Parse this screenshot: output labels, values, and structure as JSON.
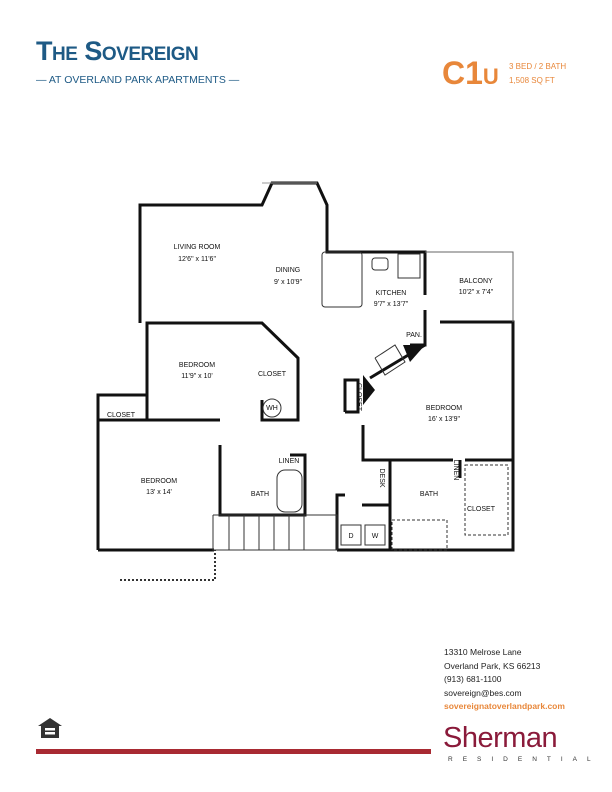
{
  "header": {
    "title": "The Sovereign",
    "subtitle": "— AT OVERLAND PARK APARTMENTS —",
    "unit": "C1",
    "unit_suffix": "U",
    "beds_baths": "3 BED / 2 BATH",
    "sqft": "1,508 SQ FT"
  },
  "rooms": {
    "living": {
      "name": "LIVING ROOM",
      "dims": "12'6\" x 11'6\""
    },
    "dining": {
      "name": "DINING",
      "dims": "9' x 10'9\""
    },
    "kitchen": {
      "name": "KITCHEN",
      "dims": "9'7\" x 13'7\""
    },
    "balcony": {
      "name": "BALCONY",
      "dims": "10'2\" x 7'4\""
    },
    "bedroom_mid": {
      "name": "BEDROOM",
      "dims": "11'9\" x 10'"
    },
    "bedroom_left": {
      "name": "BEDROOM",
      "dims": "13' x 14'"
    },
    "bedroom_master": {
      "name": "BEDROOM",
      "dims": "16' x 13'9\""
    },
    "pan": "PAN.",
    "closet": "CLOSET",
    "wh": "WH",
    "linen": "LINEN",
    "bath": "BATH",
    "desk": "DESK",
    "dryer": "D",
    "washer": "W"
  },
  "contact": {
    "street": "13310 Melrose Lane",
    "city": "Overland Park, KS 66213",
    "phone": "(913) 681-1100",
    "email": "sovereign@bes.com",
    "website": "sovereignatoverlandpark.com"
  },
  "brand": {
    "name": "Sherman",
    "sub": "RESIDENTIAL"
  },
  "colors": {
    "navy": "#1e5a85",
    "orange": "#e8873a",
    "maroon": "#8a1a3a",
    "bar": "#a82a32"
  }
}
